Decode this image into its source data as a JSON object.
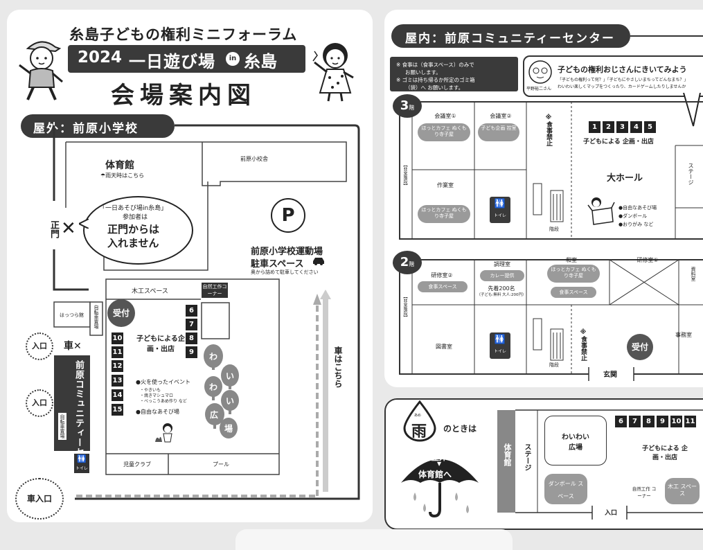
{
  "header": {
    "forum_title": "糸島子どもの権利ミニフォーラム",
    "event_year": "2024",
    "event_name": "一日遊び場",
    "in_label": "in",
    "city": "糸島",
    "map_title": "会場案内図"
  },
  "outdoor": {
    "section_title": "屋外：前原小学校",
    "gym": "体育館",
    "gym_note": "☂雨天時はこちら",
    "school_building": "前原小校舎",
    "callout_line1": "「一日あそび場in糸島」",
    "callout_line2": "参加者は",
    "callout_line3": "正門からは",
    "callout_line4": "入れません",
    "main_gate": "正門",
    "parking_symbol": "P",
    "parking_name": "前原小学校運動場",
    "parking_space": "駐車スペース",
    "parking_note": "奥から詰めて駐車してください",
    "woodwork": "木工スペース",
    "nature_craft": "自然工作コーナー",
    "reception": "受付",
    "booths": [
      "6",
      "7",
      "8",
      "9",
      "10",
      "11",
      "12",
      "13",
      "14",
      "15"
    ],
    "kids_shop": "子どもによる企画・出店",
    "fire_event": "●火を使ったイベント",
    "fire_items": [
      "・やきいも",
      "・焼きマシュマロ",
      "・べっこうあめ作り など"
    ],
    "free_play": "●自由なあそび場",
    "waiwai": [
      "わ",
      "い",
      "わ",
      "い",
      "広",
      "場"
    ],
    "kids_club": "児童クラブ",
    "pool": "プール",
    "harappa": "はっつら館",
    "bike_parking": "自転車置場",
    "entrance": "入口",
    "no_car": "車✕",
    "community_center": "前原コミュニティーセンター",
    "bike_parking2": "自転車置場",
    "toilet": "トイレ",
    "car_entrance": "車入口",
    "car_this_way": "車はこちら"
  },
  "indoor": {
    "section_title": "屋内：前原コミュニティーセンター",
    "notice_line1": "※ 食事は（食事スペース）のみで",
    "notice_line2": "お願いします。",
    "notice_line3": "※ ゴミは持ち帰るか所定のゴミ箱",
    "notice_line4": "（袋）へ お願いします。",
    "ojisan_title": "子どもの権利おじさんにきいてみよう",
    "ojisan_desc1": "「子どもの権利って何？」「子どもにやさしいまちってどんなまち？」",
    "ojisan_desc2": "わいわい楽しくマップをつくったり、カードゲームしたりしませんか",
    "ojisan_name": "平野裕二さん",
    "floor3": "3",
    "floor2": "2",
    "floor_suffix": "階",
    "emergency_stairs": "【非常階段】",
    "room_conf1": "会議室①",
    "room_conf2": "会議室②",
    "hot_cafe": "ほっとカフェ ぬくもり寺子屋",
    "kids_planning": "子ども企画 控室",
    "no_food": "※食事禁止",
    "hall_nums": [
      "1",
      "2",
      "3",
      "4",
      "5"
    ],
    "kids_shop": "子どもによる 企画・出店",
    "big_hall": "大ホール",
    "stage": "ステージ",
    "workroom": "作業室",
    "toilet": "トイレ",
    "stairs": "階段",
    "hall_items": [
      "●自由なあそび場",
      "●ダンボール",
      "●おりがみ など"
    ],
    "cooking_room": "調理室",
    "curry": "カレー提供",
    "curry_price1": "先着200名",
    "curry_price2": "（子ども:無料 大人:200円）",
    "japanese_room": "和室",
    "food_space": "食事スペース",
    "training1": "研修室①",
    "training2": "研修室②",
    "materials": "資料室",
    "library": "図書室",
    "reception": "受付",
    "office": "事務室",
    "entrance_hall": "玄関"
  },
  "rain": {
    "rain_kanji": "雨",
    "rain_reading": "あめ",
    "when": "のときは",
    "outdoor": "屋外",
    "arrow": "▼",
    "to_gym": "体育館へ",
    "gym": "体育館",
    "stage": "ステージ",
    "waiwai": "わいわい 広場",
    "nums": [
      "6",
      "7",
      "8",
      "9",
      "10",
      "11"
    ],
    "kids_shop": "子どもによる 企画・出店",
    "cardboard": "ダンボール スペース",
    "nature_craft": "自然工作 コーナー",
    "woodwork": "木工 スペース",
    "entrance": "入口"
  }
}
